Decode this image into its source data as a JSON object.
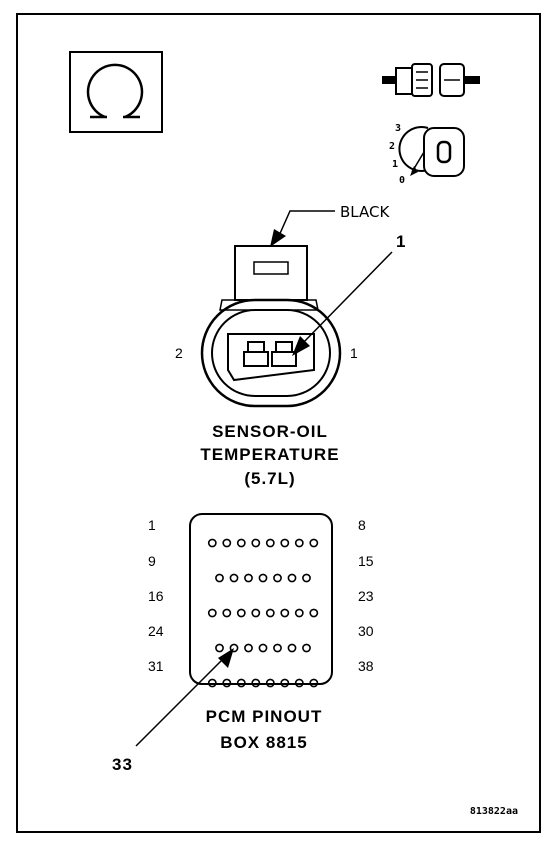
{
  "connector": {
    "color_label": "BLACK",
    "callout": "1",
    "pin_left": "2",
    "pin_right": "1",
    "title_lines": [
      "SENSOR-OIL",
      "TEMPERATURE",
      "(5.7L)"
    ]
  },
  "key_icon": {
    "positions": [
      "3",
      "2",
      "1",
      "0"
    ]
  },
  "pcm": {
    "left_labels": [
      "1",
      "9",
      "16",
      "24",
      "31"
    ],
    "right_labels": [
      "8",
      "15",
      "23",
      "30",
      "38"
    ],
    "row_pin_counts": [
      8,
      7,
      8,
      7,
      8
    ],
    "callout": "33",
    "title_lines": [
      "PCM PINOUT",
      "BOX 8815"
    ]
  },
  "figure_id": "813822aa"
}
